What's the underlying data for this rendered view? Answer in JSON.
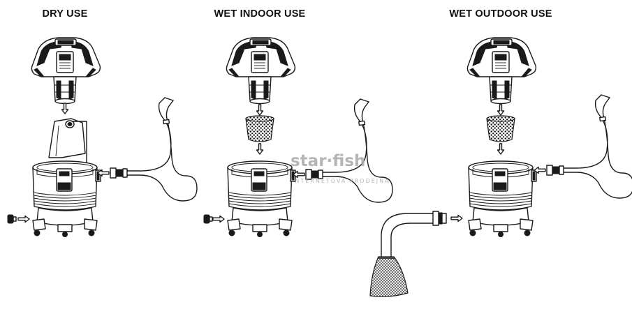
{
  "panels": [
    {
      "id": "dry",
      "title": "DRY USE"
    },
    {
      "id": "wet-indoor",
      "title": "WET INDOOR USE"
    },
    {
      "id": "wet-outdoor",
      "title": "WET OUTDOOR USE"
    }
  ],
  "watermark": {
    "brand": "star·fish",
    "tagline": "INTERNETOVÁ PRODEJNA",
    "color": "#a9a9a9"
  },
  "colors": {
    "line": "#1a1a1a",
    "background": "#ffffff",
    "accent_fill": "#1a1a1a"
  },
  "icons": [
    "vacuum-motor-head-icon",
    "dust-bag-icon",
    "foam-filter-icon",
    "tank-icon",
    "hose-icon",
    "drain-plug-icon",
    "arrow-icon",
    "filter-sock-icon"
  ]
}
